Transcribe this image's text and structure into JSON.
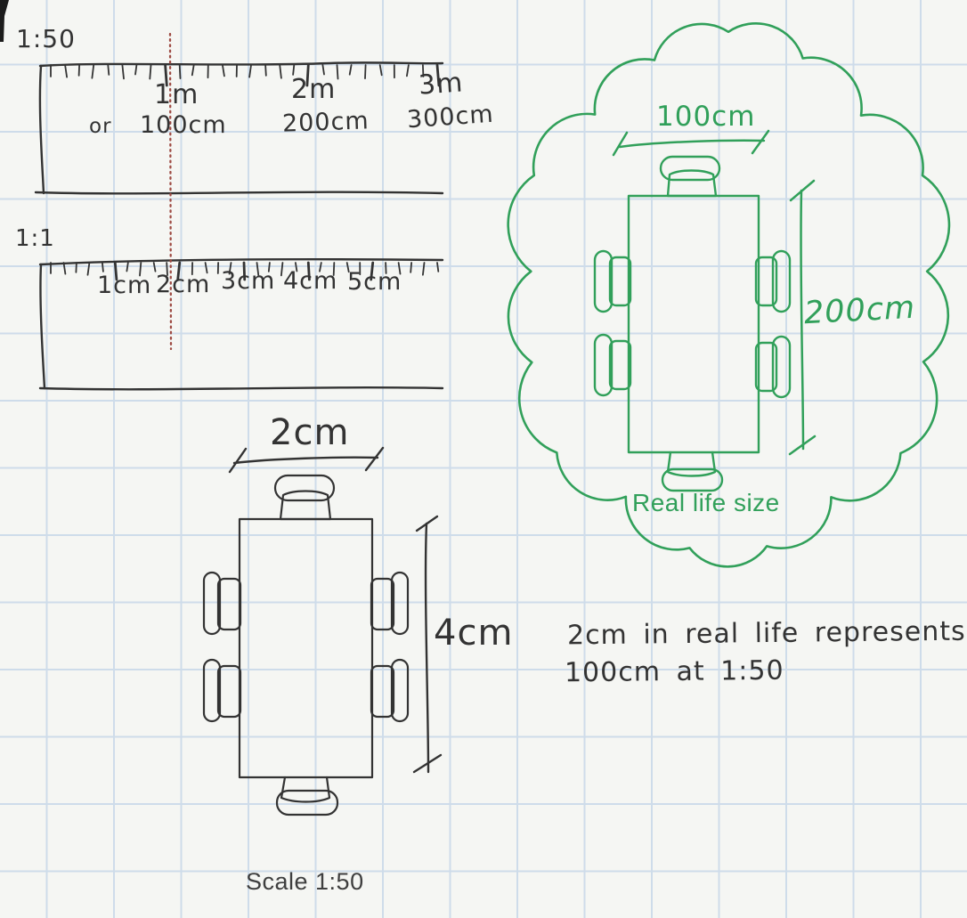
{
  "colors": {
    "ink": "#333333",
    "green": "#31a05a",
    "red": "#9e4b43",
    "grid": "#cedcea",
    "paper": "#f5f6f3",
    "caption": "#3f3f3f"
  },
  "rulers": {
    "r150": {
      "scale": "1:50",
      "or": "or",
      "meters": [
        "1m",
        "2m",
        "3m"
      ],
      "cms": [
        "100cm",
        "200cm",
        "300cm"
      ]
    },
    "r11": {
      "scale": "1:1",
      "cms": [
        "1cm",
        "2cm",
        "3cm",
        "4cm",
        "5cm"
      ]
    }
  },
  "scaled_drawing": {
    "width": "2cm",
    "height": "4cm",
    "caption": "Scale 1:50"
  },
  "real_drawing": {
    "width": "100cm",
    "height": "200cm",
    "caption": "Real life size"
  },
  "note": {
    "line1": "2cm in real life represents",
    "line2": "100cm at 1:50"
  }
}
